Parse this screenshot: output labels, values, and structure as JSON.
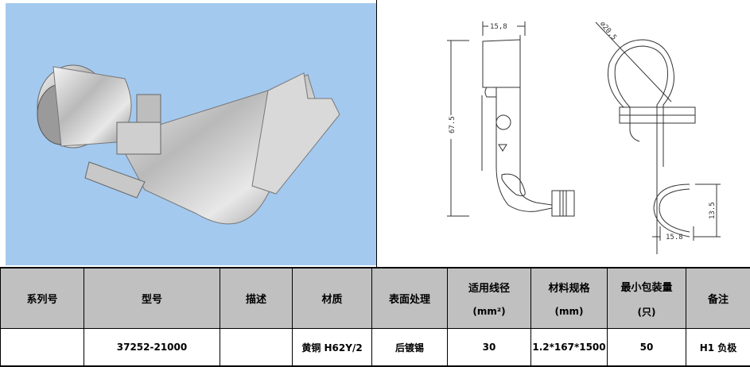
{
  "drawing": {
    "dim_top_width": "15,8",
    "dim_height": "67.5",
    "dim_diameter": "⌀20,5",
    "dim_terminal_height": "13.5",
    "dim_bottom_width": "15.8"
  },
  "table": {
    "headers": [
      {
        "label": "系列号"
      },
      {
        "label": "型号"
      },
      {
        "label": "描述"
      },
      {
        "label": "材质"
      },
      {
        "label": "表面处理"
      },
      {
        "label": "适用线径",
        "unit": "(mm²)"
      },
      {
        "label": "材料规格",
        "unit": "(mm)"
      },
      {
        "label": "最小包装量",
        "unit": "(只)"
      },
      {
        "label": "备注"
      }
    ],
    "rows": [
      {
        "series": "",
        "model": "37252-21000",
        "description": "",
        "material": "黄铜 H62Y/2",
        "surface": "后镀锡",
        "wire_size": "30",
        "material_spec": "1.2*167*1500",
        "min_pack": "50",
        "remark": "H1 负极"
      }
    ]
  }
}
